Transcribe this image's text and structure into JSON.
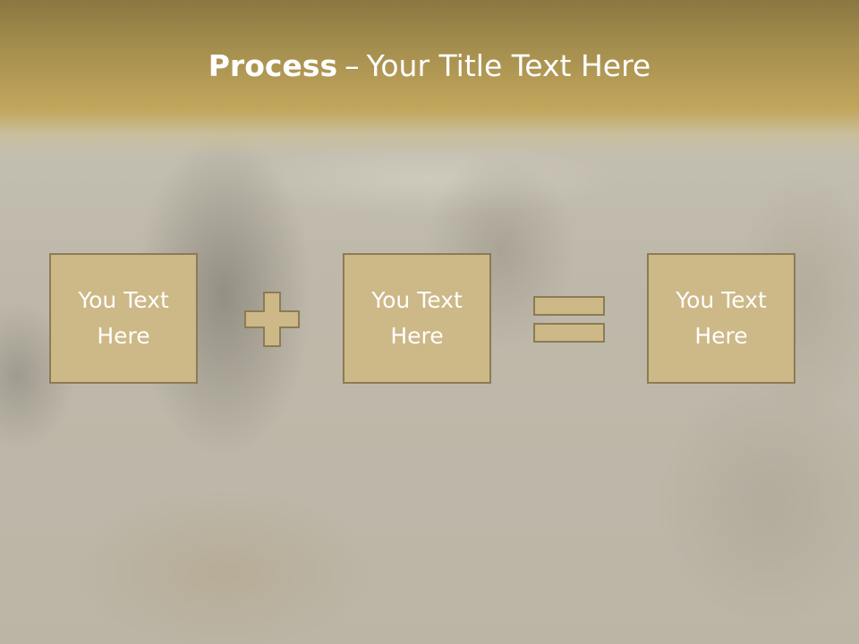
{
  "slide": {
    "title_bold": "Process",
    "title_dash": "–",
    "title_rest": "Your Title Text Here",
    "boxes": [
      {
        "text": "You Text Here"
      },
      {
        "text": "You Text Here"
      },
      {
        "text": "You Text Here"
      }
    ],
    "operators": [
      "plus-icon",
      "equals-icon"
    ],
    "colors": {
      "title_band": "#a48e4e",
      "box_fill": "#cdb887",
      "box_border": "#8c7b55",
      "operator_fill": "#cdb887",
      "text": "#ffffff"
    }
  }
}
